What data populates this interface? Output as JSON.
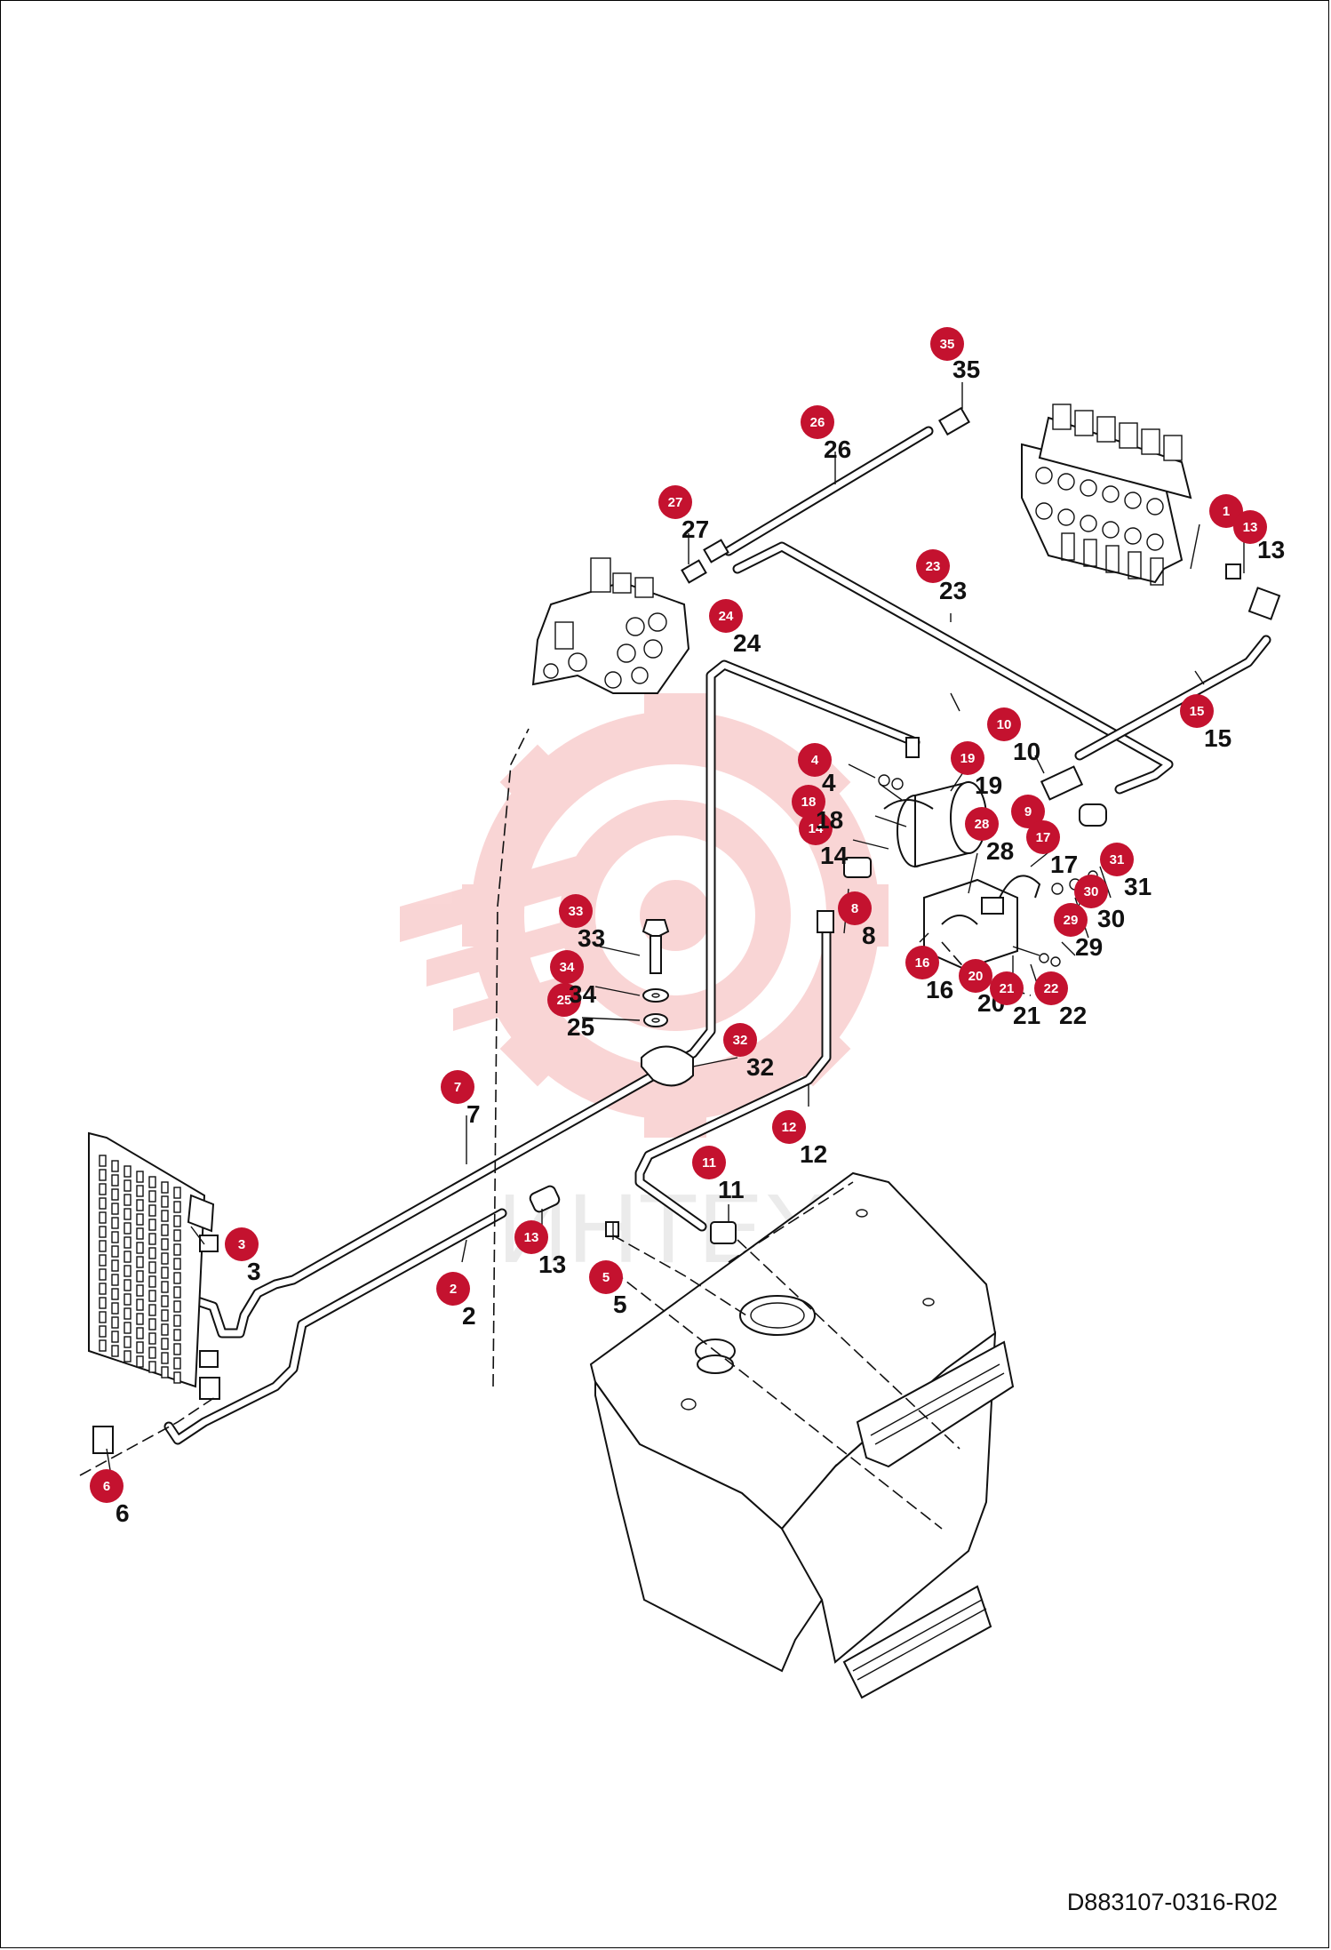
{
  "document": {
    "code": "D883107-0316-R02",
    "watermark_text": "ИНТЕХ"
  },
  "colors": {
    "badge": "#c4122f",
    "watermark": "#f4b3b3",
    "line": "#111111"
  },
  "parts": [
    {
      "id": "1",
      "label": ""
    },
    {
      "id": "2",
      "label": "2"
    },
    {
      "id": "3",
      "label": "3"
    },
    {
      "id": "4",
      "label": "4"
    },
    {
      "id": "5",
      "label": "5"
    },
    {
      "id": "6",
      "label": "6"
    },
    {
      "id": "7",
      "label": "7"
    },
    {
      "id": "8",
      "label": "8"
    },
    {
      "id": "9",
      "label": ""
    },
    {
      "id": "10",
      "label": "10"
    },
    {
      "id": "11",
      "label": "11"
    },
    {
      "id": "12",
      "label": "12"
    },
    {
      "id": "13",
      "label": "13"
    },
    {
      "id": "13",
      "label": "13"
    },
    {
      "id": "14",
      "label": "14"
    },
    {
      "id": "15",
      "label": "15"
    },
    {
      "id": "16",
      "label": "16"
    },
    {
      "id": "17",
      "label": "17"
    },
    {
      "id": "18",
      "label": "18"
    },
    {
      "id": "19",
      "label": "19"
    },
    {
      "id": "20",
      "label": "20"
    },
    {
      "id": "21",
      "label": "21"
    },
    {
      "id": "22",
      "label": "22"
    },
    {
      "id": "23",
      "label": "23"
    },
    {
      "id": "24",
      "label": "24"
    },
    {
      "id": "25",
      "label": "25"
    },
    {
      "id": "26",
      "label": "26"
    },
    {
      "id": "27",
      "label": "27"
    },
    {
      "id": "28",
      "label": "28"
    },
    {
      "id": "29",
      "label": "29"
    },
    {
      "id": "30",
      "label": "30"
    },
    {
      "id": "31",
      "label": "31"
    },
    {
      "id": "32",
      "label": "32"
    },
    {
      "id": "33",
      "label": "33"
    },
    {
      "id": "34",
      "label": "34"
    },
    {
      "id": "35",
      "label": "35"
    }
  ]
}
